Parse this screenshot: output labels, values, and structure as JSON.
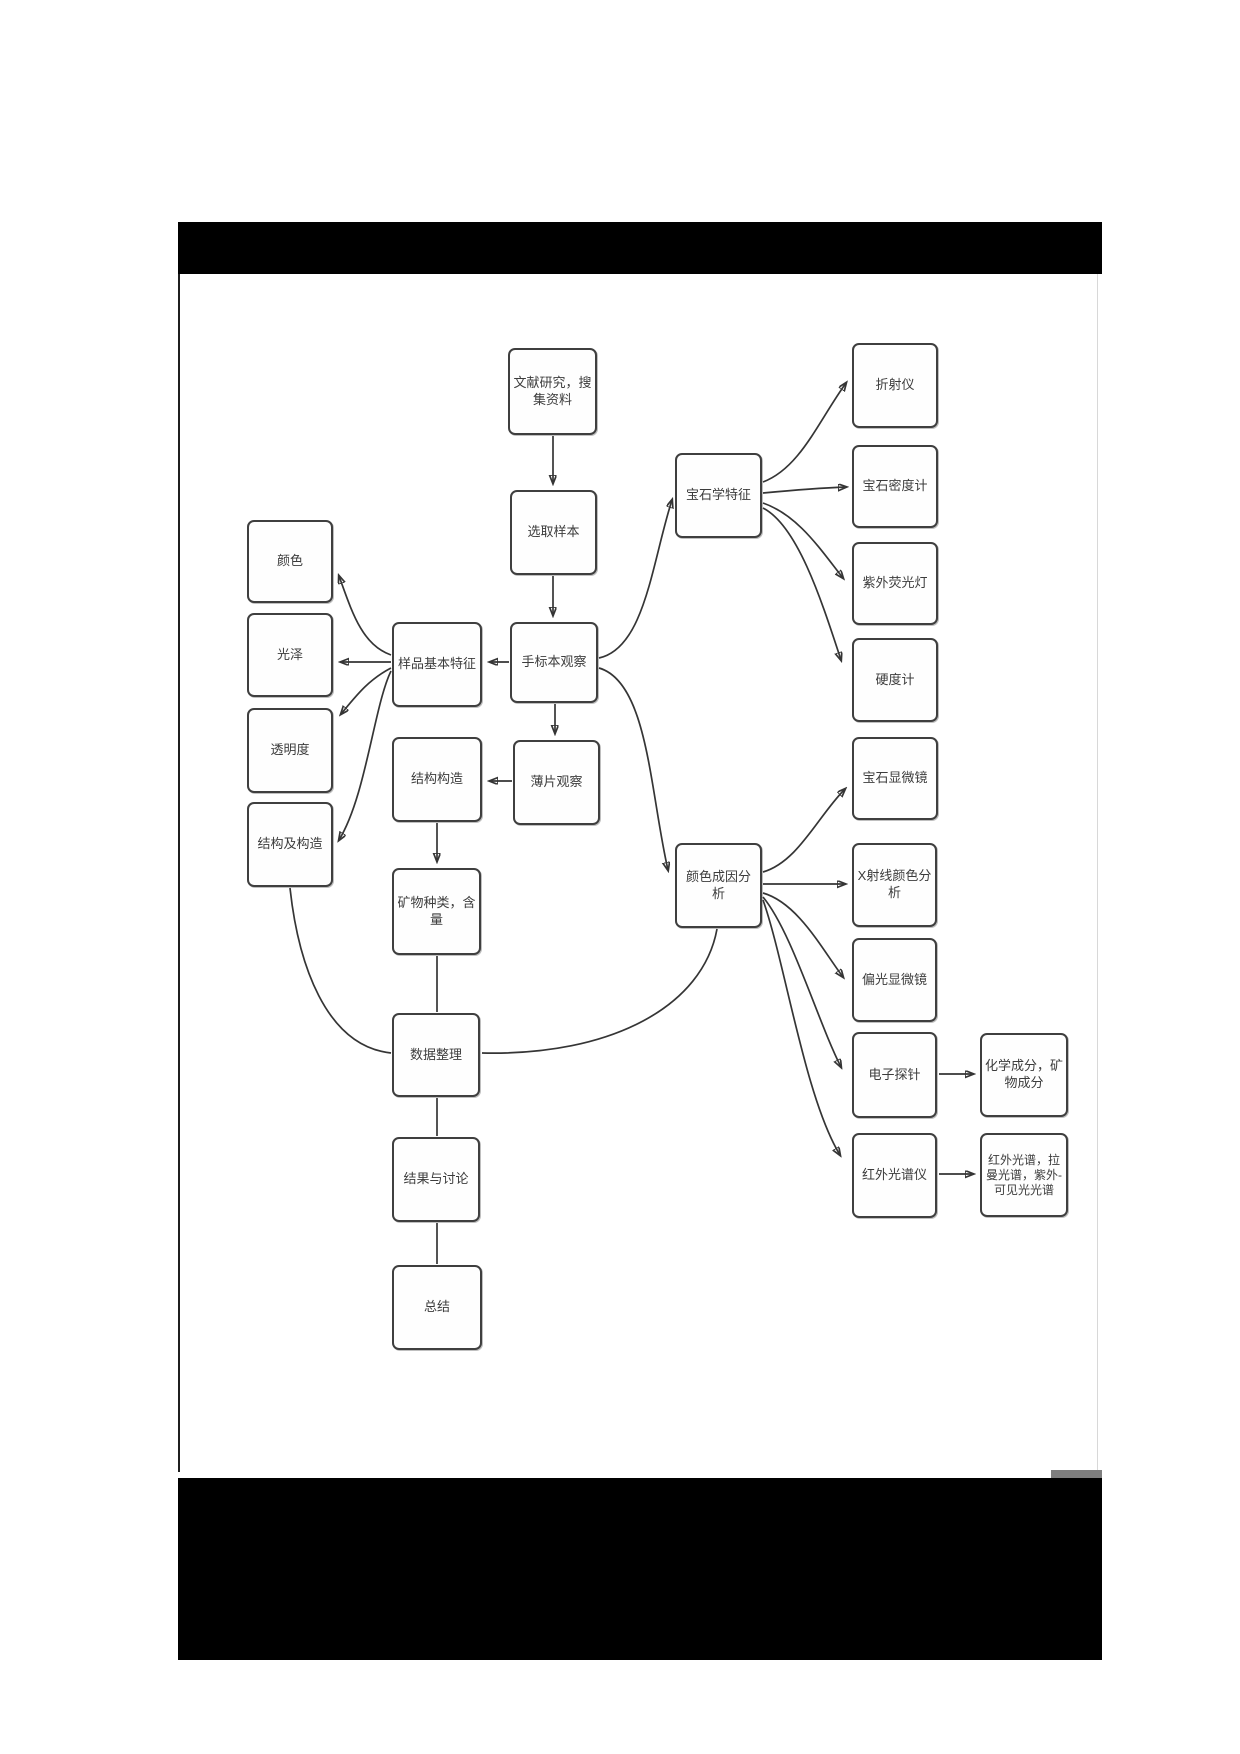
{
  "diagram": {
    "title_hint": "research workflow flowchart (gemology study)",
    "nodes": {
      "literature": {
        "label": "文献研究，搜集资料"
      },
      "select_sample": {
        "label": "选取样本"
      },
      "hand_specimen": {
        "label": "手标本观察"
      },
      "thin_section": {
        "label": "薄片观察"
      },
      "sample_basic": {
        "label": "样品基本特征"
      },
      "structure": {
        "label": "结构构造"
      },
      "mineral_types": {
        "label": "矿物种类，含量"
      },
      "data_sorting": {
        "label": "数据整理"
      },
      "results_discussion": {
        "label": "结果与讨论"
      },
      "summary": {
        "label": "总结"
      },
      "color": {
        "label": "颜色"
      },
      "luster": {
        "label": "光泽"
      },
      "transparency": {
        "label": "透明度"
      },
      "structure_texture": {
        "label": "结构及构造"
      },
      "gem_features": {
        "label": "宝石学特征"
      },
      "color_genesis": {
        "label": "颜色成因分析"
      },
      "refractometer": {
        "label": "折射仪"
      },
      "densimeter": {
        "label": "宝石密度计"
      },
      "uv_lamp": {
        "label": "紫外荧光灯"
      },
      "hardness_tester": {
        "label": "硬度计"
      },
      "gem_microscope": {
        "label": "宝石显微镜"
      },
      "xray_color": {
        "label": "X射线颜色分析"
      },
      "polarizing_microscope": {
        "label": "偏光显微镜"
      },
      "electron_probe": {
        "label": "电子探针"
      },
      "ir_spectrometer": {
        "label": "红外光谱仪"
      },
      "chem_composition": {
        "label": "化学成分，矿物成分"
      },
      "spectra": {
        "label": "红外光谱，拉曼光谱，紫外-可见光光谱"
      }
    },
    "edges": [
      {
        "from": "literature",
        "to": "select_sample",
        "arrow": true
      },
      {
        "from": "select_sample",
        "to": "hand_specimen",
        "arrow": true
      },
      {
        "from": "hand_specimen",
        "to": "sample_basic",
        "arrow": true
      },
      {
        "from": "hand_specimen",
        "to": "thin_section",
        "arrow": true
      },
      {
        "from": "hand_specimen",
        "to": "gem_features",
        "arrow": true
      },
      {
        "from": "hand_specimen",
        "to": "color_genesis",
        "arrow": true
      },
      {
        "from": "thin_section",
        "to": "structure",
        "arrow": true
      },
      {
        "from": "sample_basic",
        "to": "color",
        "arrow": true
      },
      {
        "from": "sample_basic",
        "to": "luster",
        "arrow": true
      },
      {
        "from": "sample_basic",
        "to": "transparency",
        "arrow": true
      },
      {
        "from": "sample_basic",
        "to": "structure_texture",
        "arrow": true
      },
      {
        "from": "structure",
        "to": "mineral_types",
        "arrow": true
      },
      {
        "from": "mineral_types",
        "to": "data_sorting",
        "arrow": false
      },
      {
        "from": "structure_texture",
        "to": "data_sorting",
        "arrow": false
      },
      {
        "from": "color_genesis",
        "to": "data_sorting",
        "arrow": false
      },
      {
        "from": "data_sorting",
        "to": "results_discussion",
        "arrow": false
      },
      {
        "from": "results_discussion",
        "to": "summary",
        "arrow": false
      },
      {
        "from": "gem_features",
        "to": "refractometer",
        "arrow": true
      },
      {
        "from": "gem_features",
        "to": "densimeter",
        "arrow": true
      },
      {
        "from": "gem_features",
        "to": "uv_lamp",
        "arrow": true
      },
      {
        "from": "gem_features",
        "to": "hardness_tester",
        "arrow": true
      },
      {
        "from": "color_genesis",
        "to": "gem_microscope",
        "arrow": true
      },
      {
        "from": "color_genesis",
        "to": "xray_color",
        "arrow": true
      },
      {
        "from": "color_genesis",
        "to": "polarizing_microscope",
        "arrow": true
      },
      {
        "from": "color_genesis",
        "to": "electron_probe",
        "arrow": true
      },
      {
        "from": "color_genesis",
        "to": "ir_spectrometer",
        "arrow": true
      },
      {
        "from": "electron_probe",
        "to": "chem_composition",
        "arrow": true
      },
      {
        "from": "ir_spectrometer",
        "to": "spectra",
        "arrow": true
      }
    ],
    "colors": {
      "box_fill": "#fefefe",
      "box_border": "#3f3f3f",
      "connector": "#353535",
      "text": "#3c3c3c",
      "redaction_bar": "#000000",
      "page_background": "#ffffff"
    }
  }
}
